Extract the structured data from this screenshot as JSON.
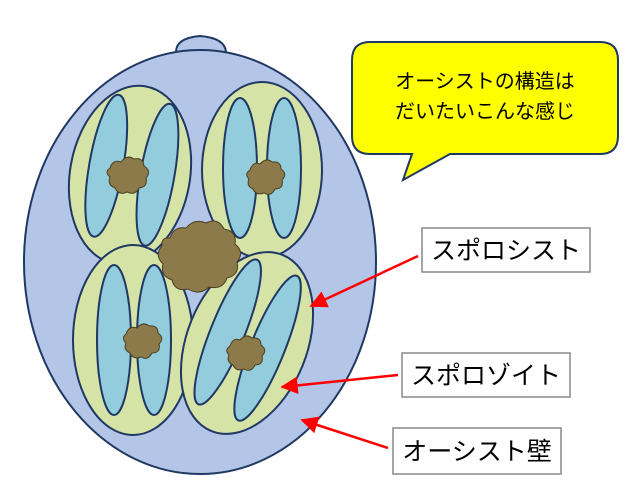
{
  "callout": {
    "line1": "オーシストの構造は",
    "line2": "だいたいこんな感じ"
  },
  "labels": {
    "sporocyst": "スポロシスト",
    "sporozoite": "スポロゾイト",
    "oocyst_wall": "オーシスト壁"
  },
  "colors": {
    "oocyst_fill": "#b4c6e7",
    "outline": "#1f3864",
    "sporocyst_fill": "#d6e3a7",
    "sporozoite_fill": "#93cddd",
    "residual_body": "#8c7a4a",
    "callout_fill": "#ffff00",
    "arrow": "#ff0000"
  }
}
